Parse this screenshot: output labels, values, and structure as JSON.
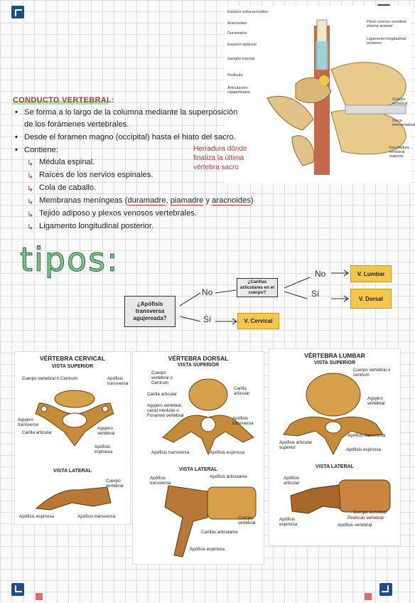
{
  "anatomy": {
    "labels_left": [
      "Espacio subaracnoideo",
      "Aracnoides",
      "Duramadre",
      "Espacio epidural",
      "Ganglio espinal",
      "Pedículo",
      "Articulación cigapofisiaria"
    ],
    "labels_right": [
      "Plexo venoso vertebral interno anterior",
      "Ligamento longitudinal posterior",
      "Cuerpo vertebral",
      "Disco intervertebral",
      "Escotadura vertebral superior"
    ]
  },
  "section": {
    "title": "CONDUCTO VERTEBRAL:",
    "bullet1_line1": "Se forma a lo largo de la columna mediante la superposición",
    "bullet1_line2": "de los forámenes vertebrales.",
    "bullet2": "Desde el foramen magno (occipital) hasta el hiato del sacro.",
    "bullet3": "Contiene:",
    "items": [
      "Médula espinal.",
      "Raíces de los nervios espinales.",
      "Cola de caballo.",
      "Tejido adiposo y plexos venosos vertebrales.",
      "Ligamento longitudinal posterior."
    ],
    "meninges_prefix": "Membranas meníngeas (",
    "meninges_dura": "duramadre",
    "meninges_sep1": ", ",
    "meninges_pia": "piamadre",
    "meninges_sep2": " y ",
    "meninges_arac": "aracnoides",
    "meninges_suffix": ")",
    "note": [
      "Herradura dónde",
      "finaliza la última",
      "vértebra sacro"
    ]
  },
  "tipos": {
    "title": "tipos:",
    "q1": "¿Apófisis transversa agujereada?",
    "q2": "¿Carillas articulares en el cuerpo?",
    "no1": "No",
    "si1": "Sí",
    "no2": "No",
    "si2": "Sí",
    "cervical": "V. Cervical",
    "lumbar": "V. Lumbar",
    "dorsal": "V. Dorsal"
  },
  "cervical": {
    "title": "VÉRTEBRA CERVICAL",
    "sup": "VISTA SUPERIOR",
    "lat": "VISTA LATERAL",
    "labels": [
      "Cuerpo vertebral o Centrum",
      "Apófisis transversa",
      "Agujero transverso",
      "Carilla articular",
      "Agujero vertebral",
      "Apófisis espinosa",
      "Cuerpo vertebral",
      "Apófisis espinosa",
      "Apófisis transversa"
    ]
  },
  "dorsal": {
    "title": "VÉRTEBRA DORSAL",
    "sup": "VISTA SUPERIOR",
    "lat": "VISTA LATERAL",
    "labels": [
      "Cuerpo vertebral o Centrum",
      "Carilla articular",
      "Agujero vertebral, canal medular o Foramen vertebral",
      "Carilla articular",
      "Apófisis transversa",
      "Apófisis transversa",
      "Apófisis espinosa",
      "Apófisis transversa",
      "Apófisis articulares",
      "Cuerpo vertebral",
      "Carillas articulares",
      "Apófisis espinosa"
    ]
  },
  "lumbar": {
    "title": "VÉRTEBRA LUMBAR",
    "sup": "VISTA SUPERIOR",
    "lat": "VISTA LATERAL",
    "labels": [
      "Cuerpo vertebral o centrum",
      "Agujero vertebral",
      "Apófisis transversa",
      "Apófisis espinosa",
      "Apófisis articular superior",
      "Apófisis articular",
      "Apófisis espinosa",
      "Cuerpo vertebral",
      "Pedículo vertebral",
      "Apófisis vertebral"
    ]
  }
}
